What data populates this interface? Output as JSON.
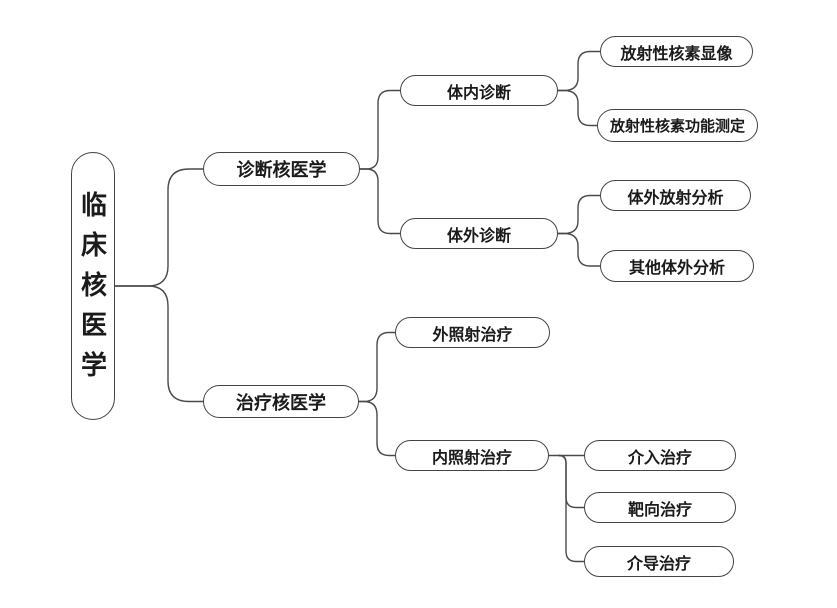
{
  "colors": {
    "background": "#ffffff",
    "node_fill": "#ffffff",
    "node_border": "#444444",
    "connector_line": "#4a4a4a",
    "text": "#1b1b1b"
  },
  "tree": {
    "root_label": "临床核医学",
    "children": [
      {
        "label": "诊断核医学",
        "children": [
          {
            "label": "体内诊断",
            "children": [
              {
                "label": "放射性核素显像"
              },
              {
                "label": "放射性核素功能测定"
              }
            ]
          },
          {
            "label": "体外诊断",
            "children": [
              {
                "label": "体外放射分析"
              },
              {
                "label": "其他体外分析"
              }
            ]
          }
        ]
      },
      {
        "label": "治疗核医学",
        "children": [
          {
            "label": "外照射治疗",
            "children": []
          },
          {
            "label": "内照射治疗",
            "children": [
              {
                "label": "介入治疗"
              },
              {
                "label": "靶向治疗"
              },
              {
                "label": "介导治疗"
              }
            ]
          }
        ]
      }
    ]
  }
}
